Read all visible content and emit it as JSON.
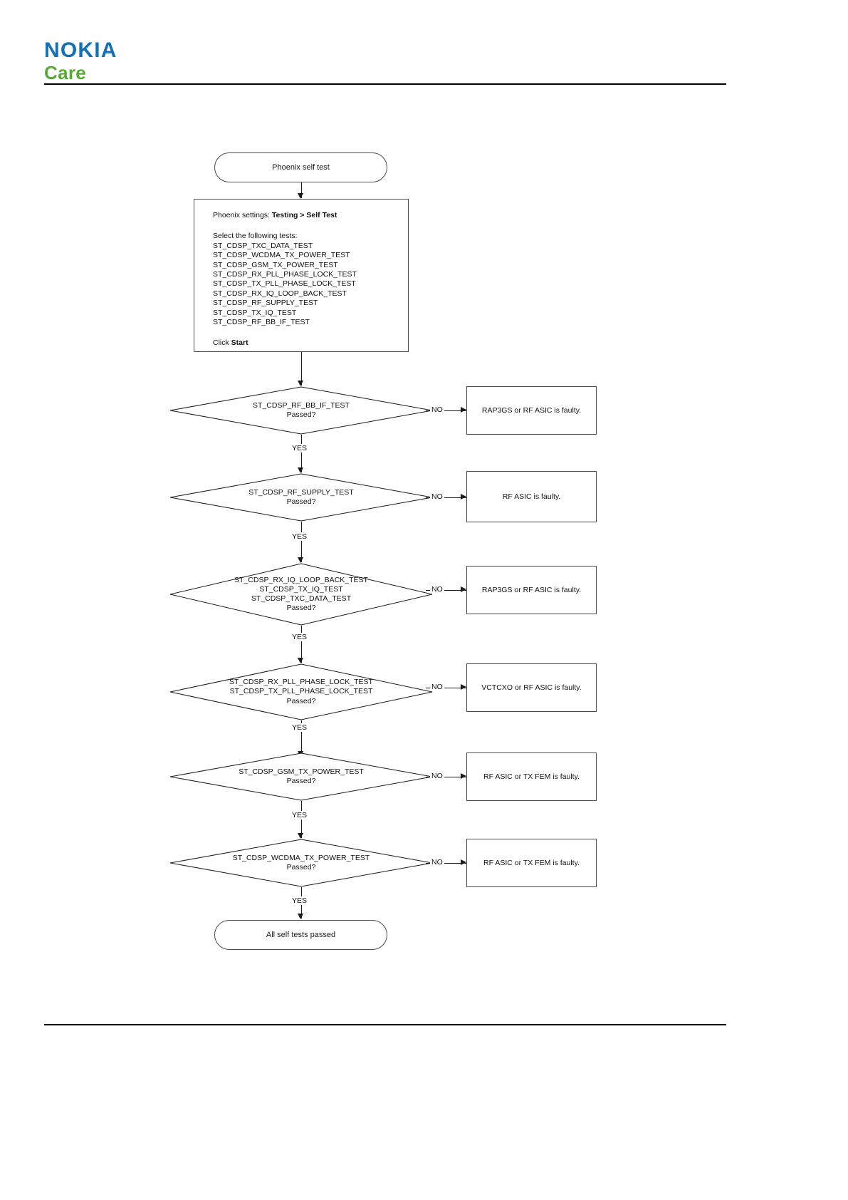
{
  "document": {
    "brand_primary": "#1271b5",
    "brand_secondary": "#5aa839",
    "logo_line1": "NOKIA",
    "logo_line2": "Care"
  },
  "settings_box": {
    "heading_prefix": "Phoenix settings: ",
    "heading_path": "Testing > Self Test",
    "instruction": "Select the following tests:",
    "tests": [
      "ST_CDSP_TXC_DATA_TEST",
      "ST_CDSP_WCDMA_TX_POWER_TEST",
      "ST_CDSP_GSM_TX_POWER_TEST",
      "ST_CDSP_RX_PLL_PHASE_LOCK_TEST",
      "ST_CDSP_TX_PLL_PHASE_LOCK_TEST",
      "ST_CDSP_RX_IQ_LOOP_BACK_TEST",
      "ST_CDSP_RF_SUPPLY_TEST",
      "ST_CDSP_TX_IQ_TEST",
      "ST_CDSP_RF_BB_IF_TEST"
    ],
    "footer_prefix": "Click ",
    "footer_action": "Start"
  },
  "flow": {
    "start_label": "Phoenix self test",
    "end_label": "All self tests passed",
    "yes_label": "YES",
    "no_label": "NO",
    "decisions": [
      {
        "lines": [
          "ST_CDSP_RF_BB_IF_TEST",
          "Passed?"
        ],
        "fail_result": "RAP3GS or RF ASIC is faulty."
      },
      {
        "lines": [
          "ST_CDSP_RF_SUPPLY_TEST",
          "Passed?"
        ],
        "fail_result": "RF ASIC is faulty."
      },
      {
        "lines": [
          "ST_CDSP_RX_IQ_LOOP_BACK_TEST",
          "ST_CDSP_TX_IQ_TEST",
          "ST_CDSP_TXC_DATA_TEST",
          "Passed?"
        ],
        "fail_result": "RAP3GS or RF ASIC is faulty."
      },
      {
        "lines": [
          "ST_CDSP_RX_PLL_PHASE_LOCK_TEST",
          "ST_CDSP_TX_PLL_PHASE_LOCK_TEST",
          "Passed?"
        ],
        "fail_result": "VCTCXO or RF ASIC is faulty."
      },
      {
        "lines": [
          "ST_CDSP_GSM_TX_POWER_TEST",
          "Passed?"
        ],
        "fail_result": "RF ASIC or TX FEM is faulty."
      },
      {
        "lines": [
          "ST_CDSP_WCDMA_TX_POWER_TEST",
          "Passed?"
        ],
        "fail_result": "RF ASIC or TX FEM is faulty."
      }
    ]
  }
}
